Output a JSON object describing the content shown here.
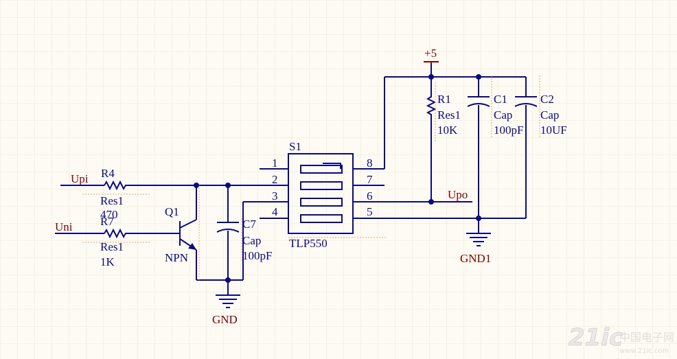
{
  "colors": {
    "background": "#fdfbf3",
    "grid": "#ece7d6",
    "wire": "#0a0a80",
    "power_text": "#800000",
    "designator": "#0a0a80"
  },
  "components": {
    "s1": {
      "ref": "S1",
      "part": "TLP550",
      "pins": [
        "1",
        "2",
        "3",
        "4",
        "5",
        "6",
        "7",
        "8"
      ]
    },
    "r4": {
      "ref": "R4",
      "type": "Res1",
      "value": "470"
    },
    "r7": {
      "ref": "R7",
      "type": "Res1",
      "value": "1K"
    },
    "q1": {
      "ref": "Q1",
      "type": "NPN"
    },
    "c7": {
      "ref": "C7",
      "type": "Cap",
      "value": "100pF"
    },
    "r1": {
      "ref": "R1",
      "type": "Res1",
      "value": "10K"
    },
    "c1": {
      "ref": "C1",
      "type": "Cap",
      "value": "100pF"
    },
    "c2": {
      "ref": "C2",
      "type": "Cap",
      "value": "10UF"
    }
  },
  "nets": {
    "upi": "Upi",
    "uni": "Uni",
    "upo": "Upo",
    "vcc": "+5",
    "gnd": "GND",
    "gnd1": "GND1"
  },
  "watermark": {
    "text": "21ic",
    "cn": "中国电子网",
    "url": "www.21ic.com"
  }
}
